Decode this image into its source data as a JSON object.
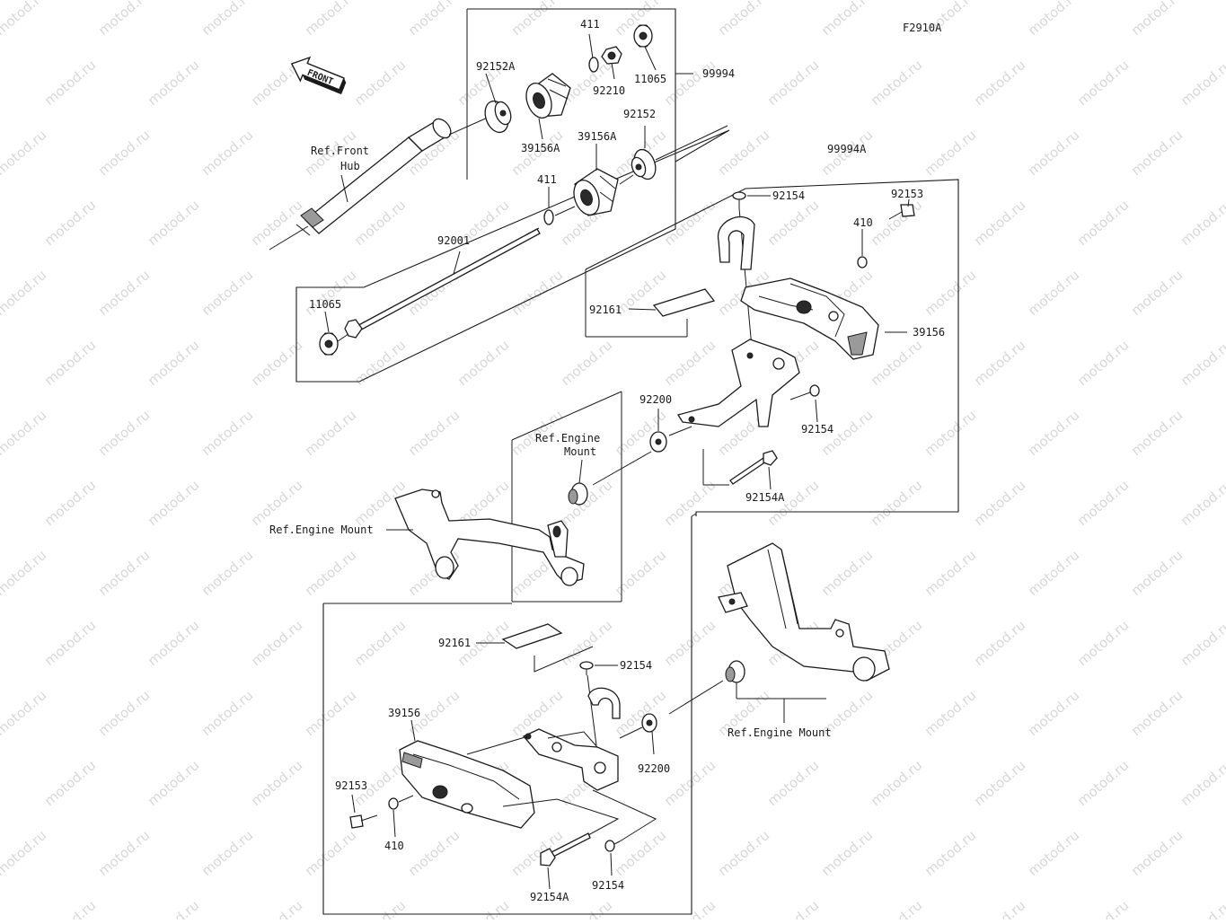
{
  "figure_code": "F2910A",
  "front_label": "FRONT",
  "watermark": "motod.ru",
  "labels": {
    "p411_top": "411",
    "p11065_top": "11065",
    "p92152A": "92152A",
    "p92210": "92210",
    "p99994": "99994",
    "p39156A_a": "39156A",
    "p39156A_b": "39156A",
    "p92152": "92152",
    "p411_mid": "411",
    "ref_front_hub_1": "Ref.Front",
    "ref_front_hub_2": "Hub",
    "p92001": "92001",
    "p11065_bottom": "11065",
    "p99994A": "99994A",
    "p92154_a": "92154",
    "p92153_a": "92153",
    "p410_a": "410",
    "p92161_a": "92161",
    "p39156_a": "39156",
    "p92200_a": "92200",
    "p92154_b": "92154",
    "ref_engine_mount_top_1": "Ref.Engine",
    "ref_engine_mount_top_2": "Mount",
    "p92154A_a": "92154A",
    "ref_engine_mount_left": "Ref.Engine Mount",
    "p92161_b": "92161",
    "p92154_c": "92154",
    "p39156_b": "39156",
    "ref_engine_mount_right": "Ref.Engine Mount",
    "p92200_b": "92200",
    "p92153_b": "92153",
    "p410_b": "410",
    "p92154A_b": "92154A",
    "p92154_d": "92154"
  }
}
